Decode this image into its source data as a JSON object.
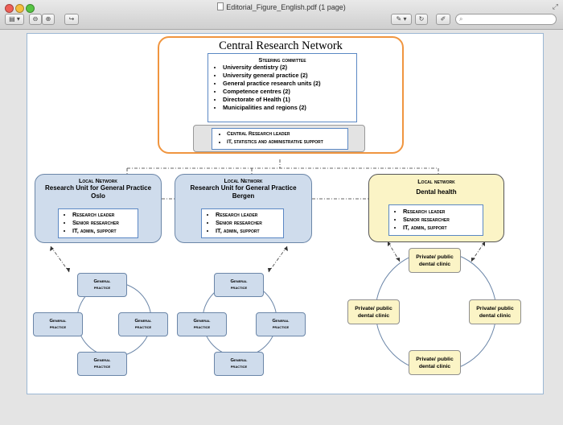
{
  "window": {
    "title": "Editorial_Figure_English.pdf (1 page)",
    "toolbar": {
      "sidebar_label": "▤ ▾",
      "zoom_out": "⊖",
      "zoom_in": "⊕",
      "share": "↪",
      "annotate": "✎ ▾",
      "rotate": "↻",
      "markup": "✐"
    },
    "search": {
      "placeholder": "",
      "value": ""
    }
  },
  "figure": {
    "central": {
      "title": "Central Research Network",
      "steering_title": "Steering committee",
      "steering_items": [
        "University dentistry (2)",
        "University general practice (2)",
        "General practice research units (2)",
        "Competence centres (2)",
        "Directorate of Health (1)",
        "Municipalities and regions (2)"
      ],
      "support_items": [
        "Central Research leader",
        "IT, statistics and administrative support"
      ]
    },
    "oslo": {
      "label": "Local Network",
      "name_line1": "Research Unit for General Practice",
      "name_line2": "Oslo",
      "items": [
        "Research leader",
        "Senior researcher",
        "IT, admin, support"
      ]
    },
    "bergen": {
      "label": "Local Network",
      "name_line1": "Research Unit for General Practice",
      "name_line2": "Bergen",
      "items": [
        "Research leader",
        "Senior researcher",
        "IT, admin, support"
      ]
    },
    "dental": {
      "label": "Local network",
      "name_line1": "Dental health",
      "items": [
        "Research leader",
        "Senior researcher",
        "IT, admin, support"
      ]
    },
    "gp_line1": "General",
    "gp_line2": "practice",
    "dc_line1": "Private/ public",
    "dc_line2": "dental clinic"
  }
}
